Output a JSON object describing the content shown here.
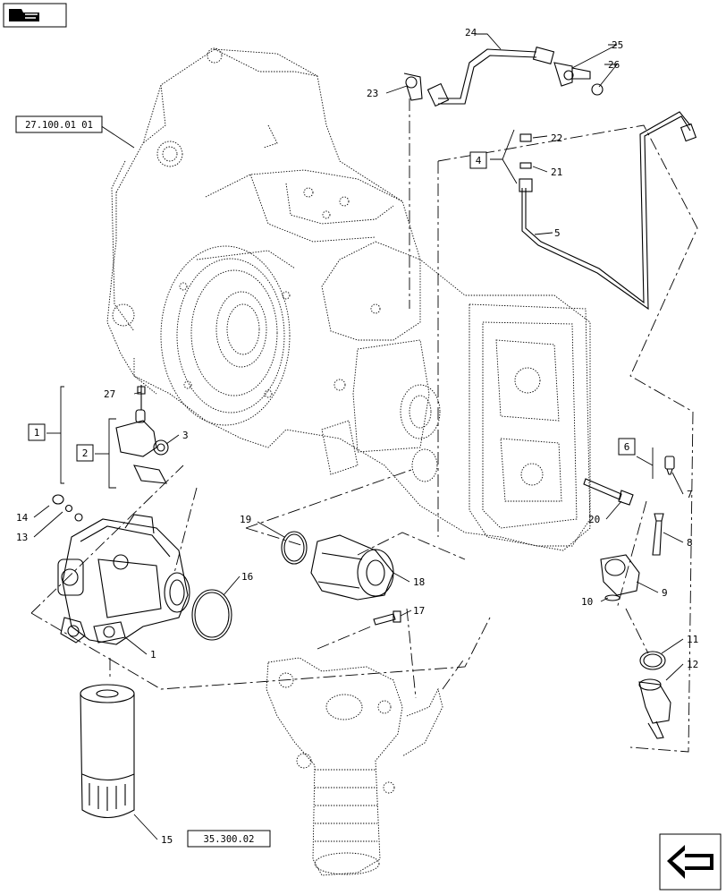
{
  "corner_icons": {
    "top_left": "book-view-icon",
    "bottom_right": "next-page-arrow-icon"
  },
  "callouts": {
    "c1a": "1",
    "c1b": "1",
    "c2": "2",
    "c3": "3",
    "c4": "4",
    "c5": "5",
    "c6": "6",
    "c7": "7",
    "c8": "8",
    "c9": "9",
    "c10": "10",
    "c11": "11",
    "c12": "12",
    "c13": "13",
    "c14": "14",
    "c15": "15",
    "c16": "16",
    "c17": "17",
    "c18": "18",
    "c19": "19",
    "c20": "20",
    "c21": "21",
    "c22": "22",
    "c23": "23",
    "c24": "24",
    "c25": "25",
    "c26": "26",
    "c27": "27"
  },
  "references": {
    "transmission_housing": "27.100.01 01",
    "oil_filter": "35.300.02"
  }
}
